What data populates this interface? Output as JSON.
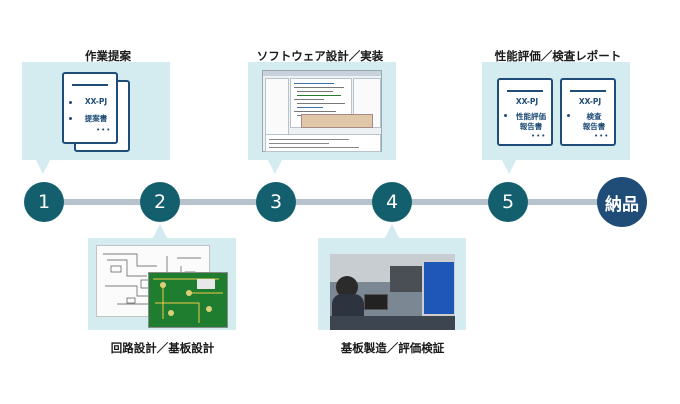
{
  "steps": [
    {
      "number": "1",
      "label": "作業提案",
      "doc_code": "XX-PJ",
      "doc_title": "提案書"
    },
    {
      "number": "2",
      "label": "回路設計／基板設計"
    },
    {
      "number": "3",
      "label": "ソフトウェア設計／実装"
    },
    {
      "number": "4",
      "label": "基板製造／評価検証"
    },
    {
      "number": "5",
      "label": "性能評価／検査レポート",
      "doc1_code": "XX-PJ",
      "doc1_title_1": "性能評価",
      "doc1_title_2": "報告書",
      "doc2_code": "XX-PJ",
      "doc2_title_1": "検査",
      "doc2_title_2": "報告書"
    }
  ],
  "final": {
    "label": "納品"
  },
  "colors": {
    "node": "#135f6d",
    "final_node": "#1f4d78",
    "card": "#d4ecf0",
    "timeline": "#b7c3cc"
  }
}
